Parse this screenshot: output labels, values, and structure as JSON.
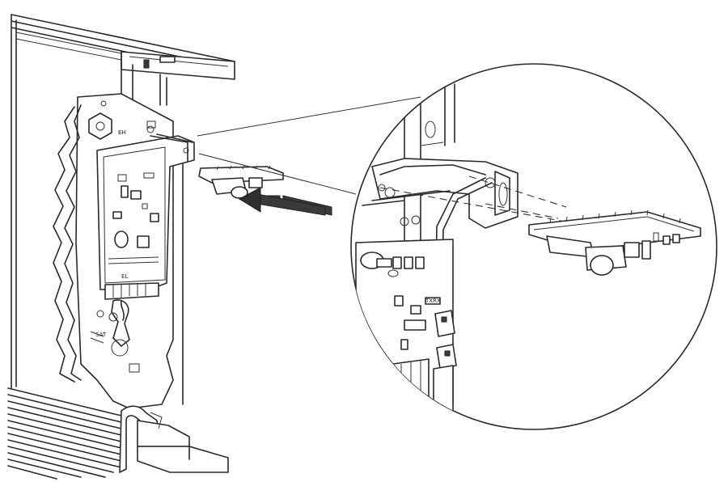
{
  "diagram": {
    "type": "exploded-assembly-illustration",
    "labels": {
      "mount_mark": "EH",
      "wire_tag": "TXRX",
      "board_mark": "EL",
      "board_ref": "SAT"
    },
    "colors": {
      "line": "#2a2a2a",
      "background": "#ffffff",
      "shade": "#e6e6e6",
      "dark": "#3a3a3a"
    }
  }
}
